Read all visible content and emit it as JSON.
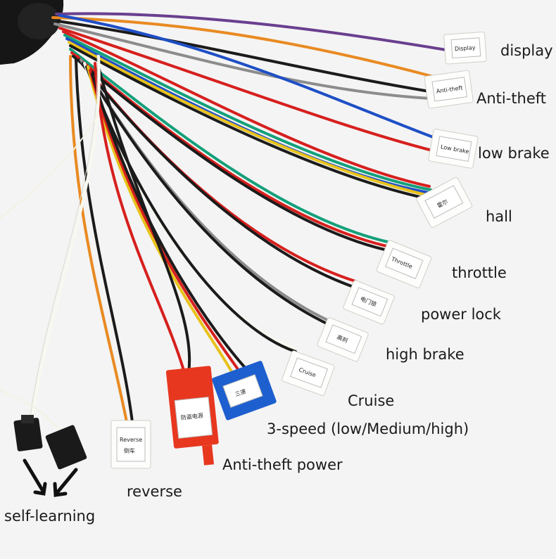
{
  "labels": {
    "display": "display",
    "anti_theft": "Anti-theft",
    "low_brake": "low brake",
    "hall": "hall",
    "throttle": "throttle",
    "power_lock": "power lock",
    "high_brake": "high brake",
    "cruise": "Cruise",
    "three_speed": "3-speed (low/Medium/high)",
    "anti_theft_power": "Anti-theft power",
    "reverse": "reverse",
    "self_learning": "self-learning"
  },
  "tags": {
    "display": "Display",
    "anti_theft": "Anti-theft",
    "low_brake": "Low brake",
    "hall": "霍尔",
    "throttle": "Throttle",
    "power_lock": "电门锁",
    "high_brake": "高刹",
    "cruise": "Cruise",
    "three_speed": "三速",
    "anti_theft_power": "防盗电源",
    "reverse": "Reverse",
    "reverse_cn": "倒车"
  },
  "colors": {
    "red": "#d6201e",
    "black": "#1b1b1b",
    "blue": "#1f4fc6",
    "green": "#14a07a",
    "yellow": "#e8c21a",
    "orange": "#e98a22",
    "purple": "#6a3f8f",
    "grey": "#8c8c8c",
    "white": "#f8f8f0",
    "connector_red": "#e8371f",
    "connector_blue": "#1d5fcf"
  }
}
